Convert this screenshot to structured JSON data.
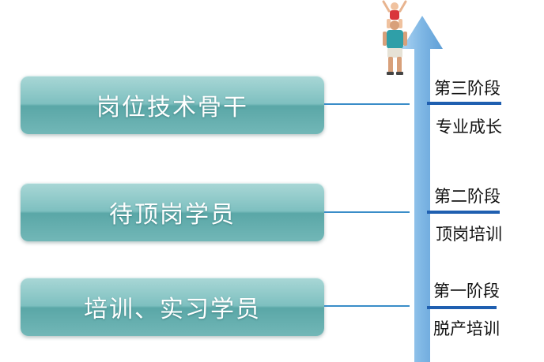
{
  "roles": [
    {
      "label": "岗位技术骨干"
    },
    {
      "label": "待顶岗学员"
    },
    {
      "label": "培训、实习学员"
    }
  ],
  "stages": [
    {
      "title": "第三阶段",
      "subtitle": "专业成长"
    },
    {
      "title": "第二阶段",
      "subtitle": "顶岗培训"
    },
    {
      "title": "第一阶段",
      "subtitle": "脱产培训"
    }
  ],
  "colors": {
    "card_teal": "#7ec0c0",
    "arrow_blue": "#7eb6e4",
    "connector_blue": "#3a8dc8",
    "tick_blue": "#1f5fb0"
  },
  "icons": {
    "arrow": "upward-growth-arrow",
    "figure": "parent-carrying-child-figure"
  }
}
